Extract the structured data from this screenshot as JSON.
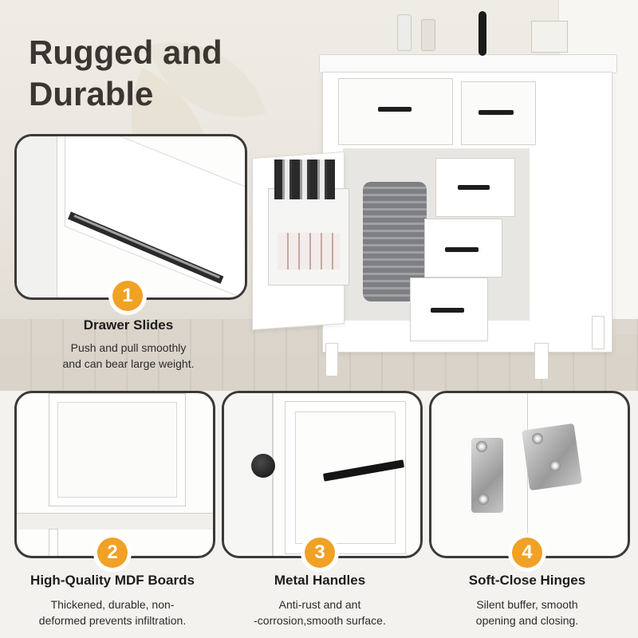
{
  "headline": {
    "line1": "Rugged and",
    "line2": "Durable"
  },
  "features": [
    {
      "number": "1",
      "title": "Drawer Slides",
      "line1": "Push and pull smoothly",
      "line2": "and can bear large weight."
    },
    {
      "number": "2",
      "title": "High-Quality MDF Boards",
      "line1": "Thickened, durable, non-",
      "line2": "deformed prevents infiltration."
    },
    {
      "number": "3",
      "title": "Metal Handles",
      "line1": "Anti-rust and ant",
      "line2": "-corrosion,smooth surface."
    },
    {
      "number": "4",
      "title": "Soft-Close Hinges",
      "line1": "Silent buffer, smooth",
      "line2": "opening and closing."
    }
  ],
  "colors": {
    "accent": "#f1a125",
    "frame": "#3b3a38",
    "cabinet": "#ffffff",
    "handle": "#1d1d1d"
  }
}
